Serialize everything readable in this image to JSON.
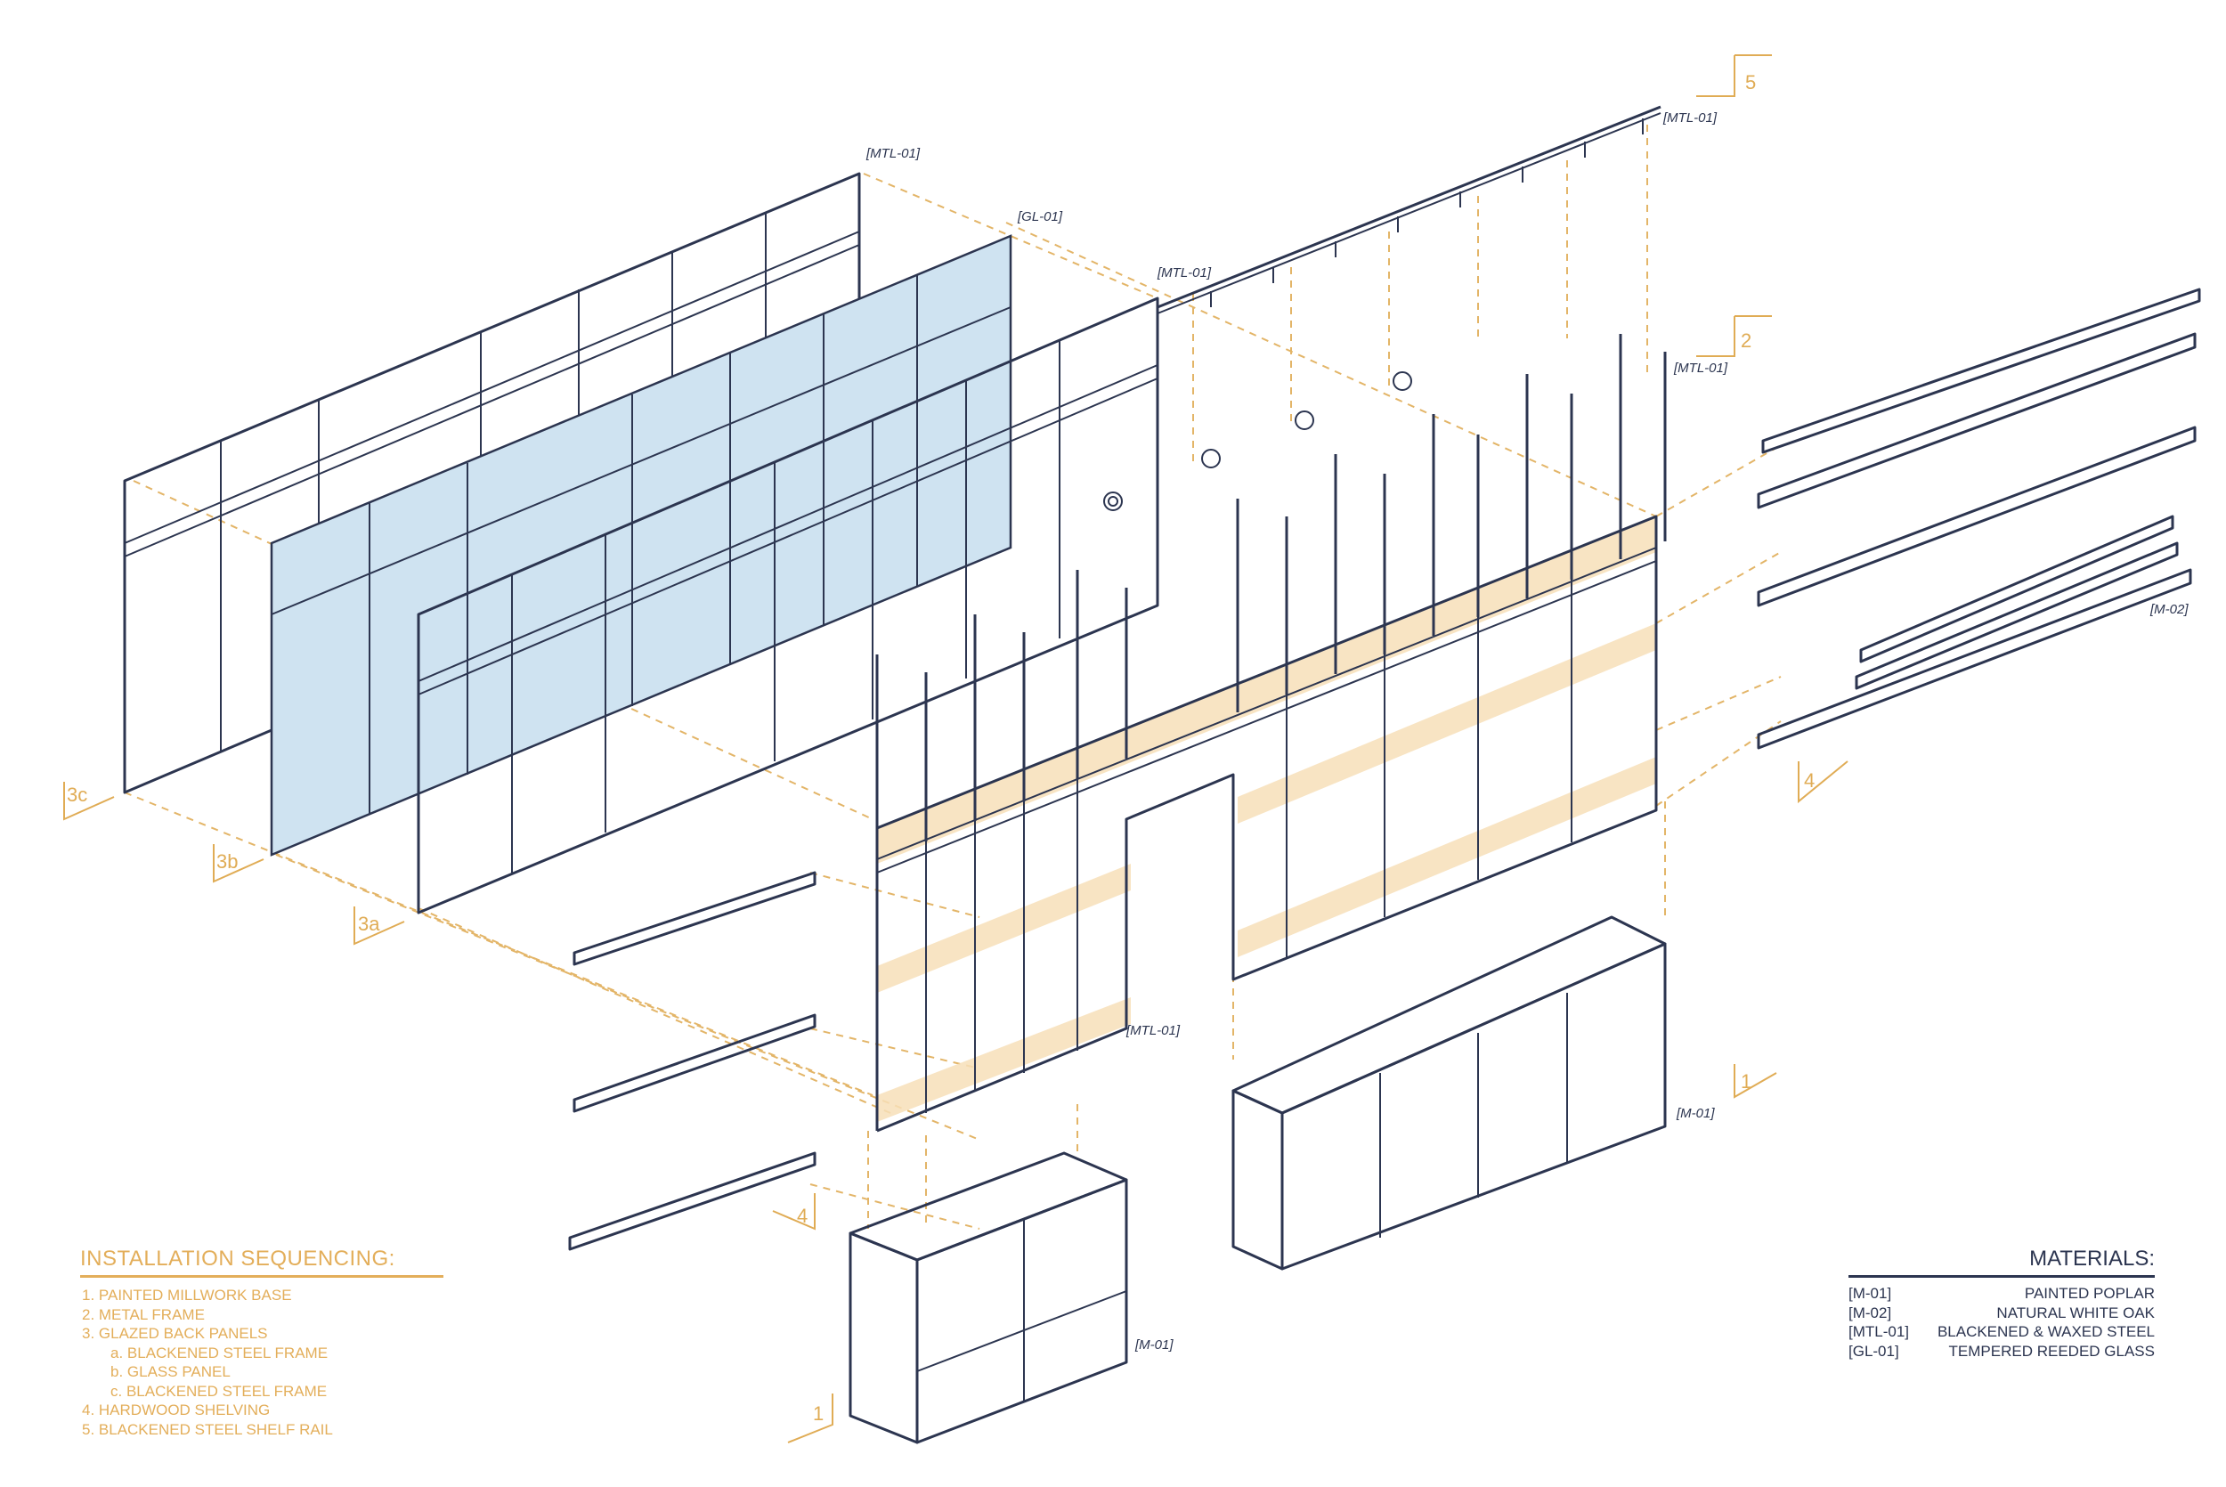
{
  "tags": {
    "mtl01": "[MTL-01]",
    "gl01": "[GL-01]",
    "m01": "[M-01]",
    "m02": "[M-02]"
  },
  "steps": {
    "s1": "1",
    "s2": "2",
    "s3a": "3a",
    "s3b": "3b",
    "s3c": "3c",
    "s4": "4",
    "s5": "5"
  },
  "installation": {
    "title": "INSTALLATION SEQUENCING:",
    "items": [
      "1.  PAINTED MILLWORK BASE",
      "2.  METAL FRAME",
      "3.  GLAZED BACK PANELS",
      "a.  BLACKENED STEEL FRAME",
      "b.  GLASS PANEL",
      "c.  BLACKENED STEEL FRAME",
      "4.  HARDWOOD SHELVING",
      "5.  BLACKENED STEEL SHELF RAIL"
    ]
  },
  "materials": {
    "title": "MATERIALS:",
    "rows": [
      {
        "code": "[M-01]",
        "name": "PAINTED POPLAR"
      },
      {
        "code": "[M-02]",
        "name": "NATURAL WHITE OAK"
      },
      {
        "code": "[MTL-01]",
        "name": "BLACKENED & WAXED STEEL"
      },
      {
        "code": "[GL-01]",
        "name": "TEMPERED REEDED GLASS"
      }
    ]
  },
  "colors": {
    "line": "#2c3550",
    "accent": "#e3ae5a",
    "glass": "#cfe3f1",
    "wood": "#f7dfb9"
  }
}
